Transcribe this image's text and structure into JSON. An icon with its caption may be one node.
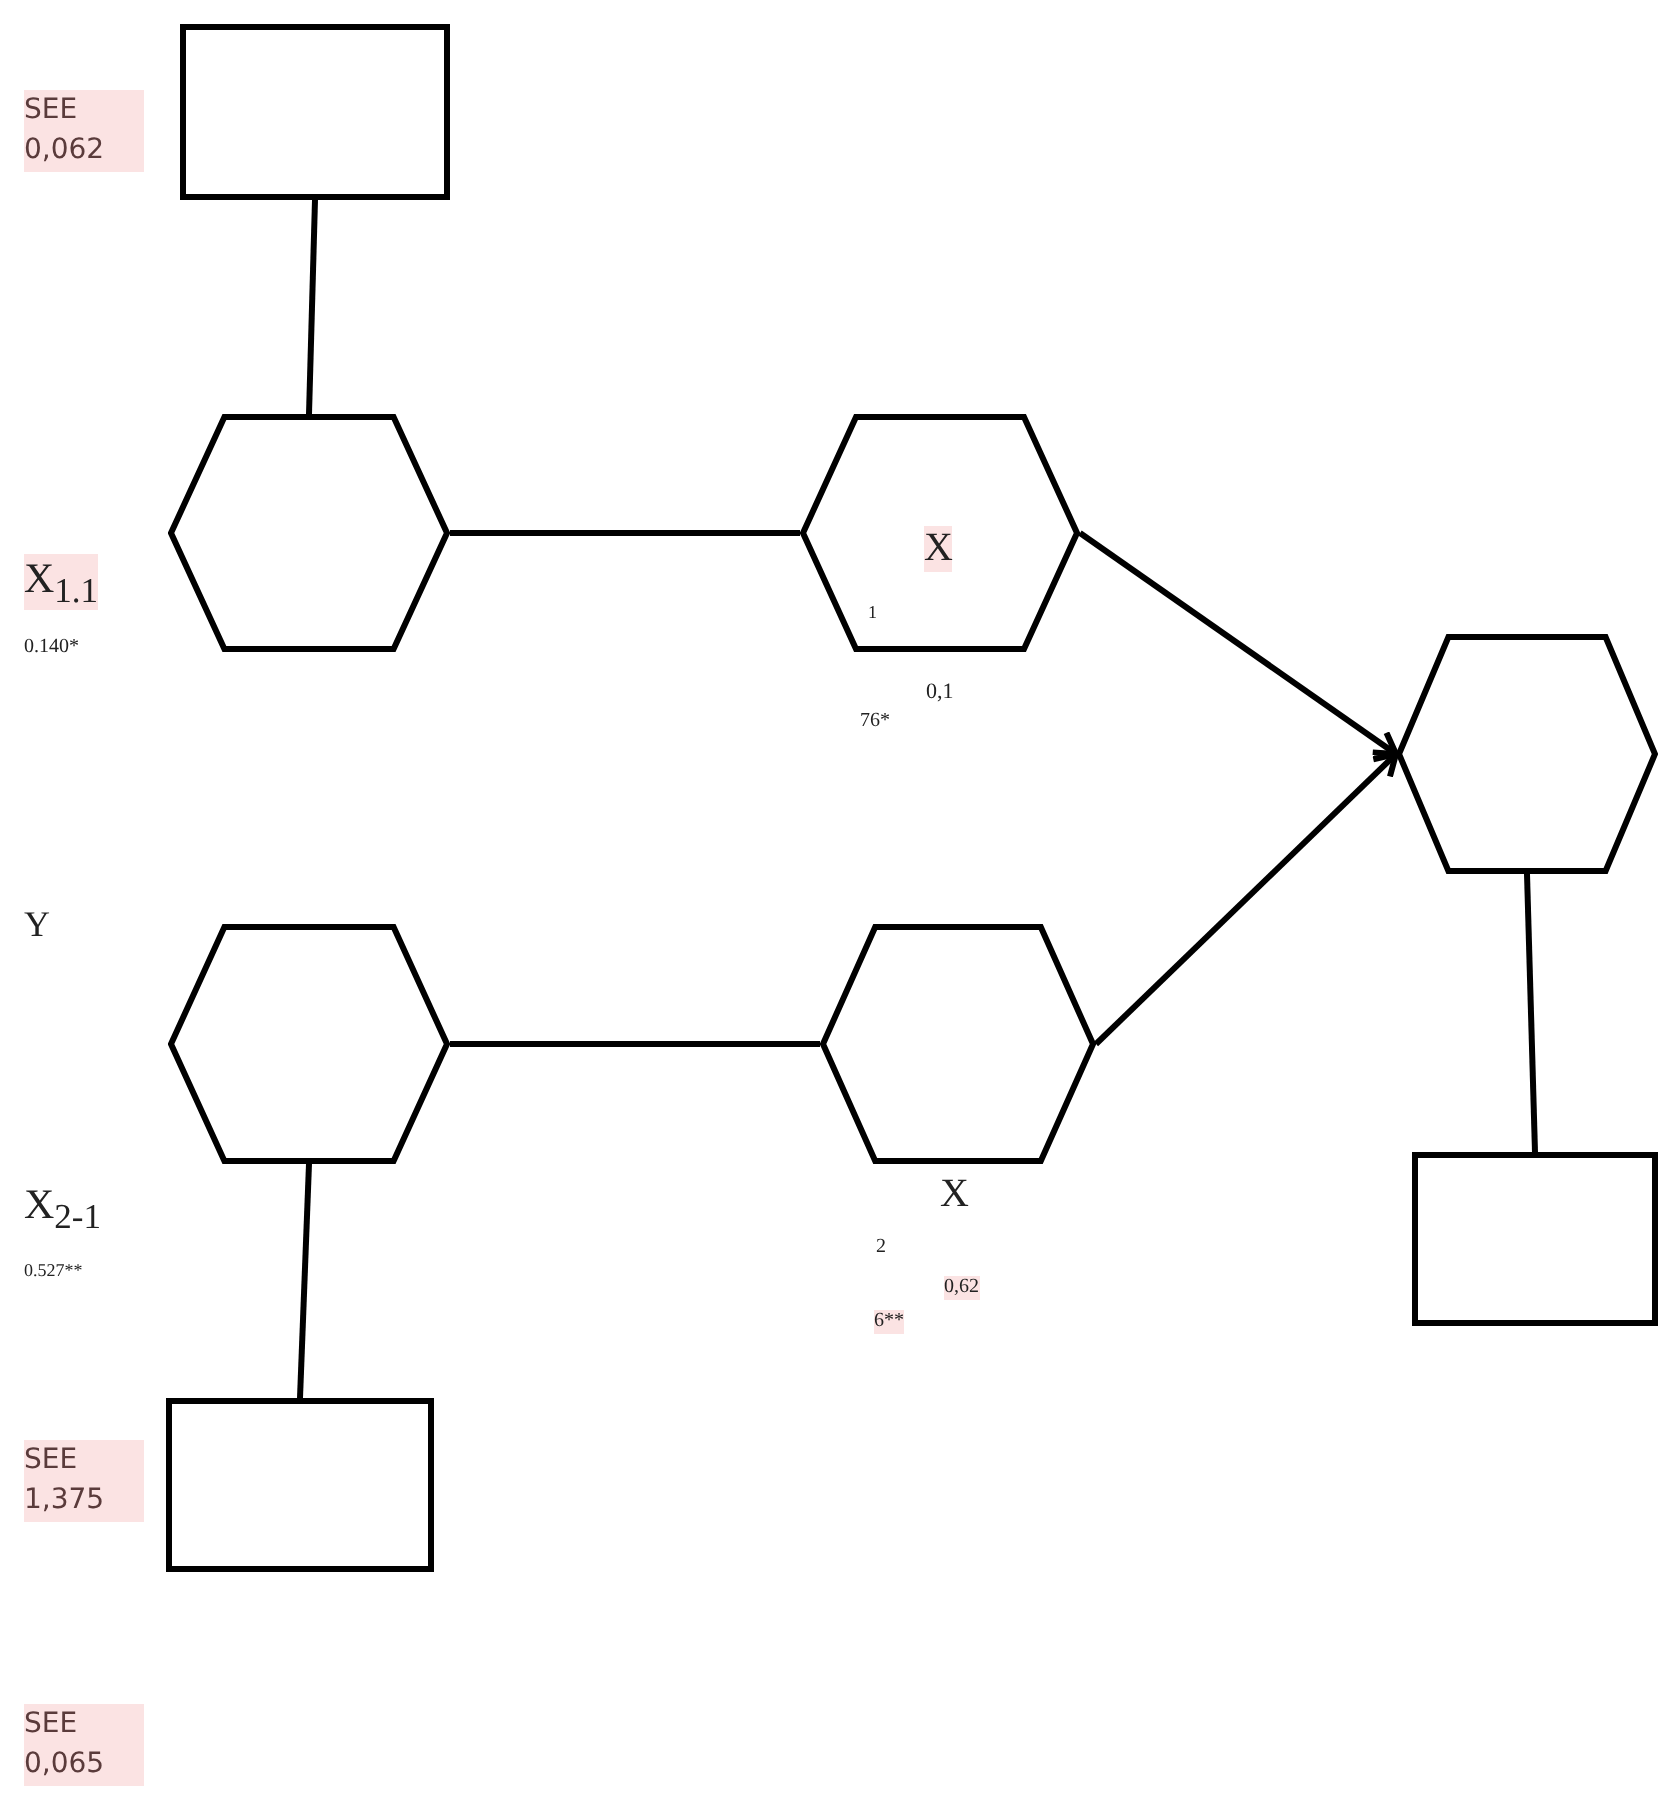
{
  "diagram": {
    "nodes": [
      {
        "text": [],
        "shape": "box"
      },
      {
        "text": [],
        "shape": "hexagon"
      },
      {
        "text": [
          "X",
          "1"
        ]
      },
      {
        "text": [],
        "shape": "hexagon"
      },
      {
        "text": [],
        "shape": "hexagon"
      },
      {
        "text": [],
        "shape": "hexagon"
      },
      {
        "text": [],
        "shape": "box"
      },
      {
        "text": [],
        "shape": "box"
      }
    ],
    "edges": [
      {
        "from": 0,
        "to": 1,
        "arrow": "none"
      },
      {
        "from": 1,
        "to": 2,
        "arrow": "none"
      },
      {
        "from": 2,
        "to": 3,
        "arrow": "to"
      },
      {
        "from": 4,
        "to": 5,
        "arrow": "none"
      },
      {
        "from": 5,
        "to": 3,
        "arrow": "to"
      },
      {
        "from": 4,
        "to": 6,
        "arrow": "none"
      },
      {
        "from": 3,
        "to": 7,
        "arrow": "none"
      }
    ],
    "labels": [
      "SEE 0,062",
      "X$_{1.1}$",
      "0.140*",
      "0,1",
      "76*",
      "Y",
      "X$_{2-1}$",
      "0.527**",
      "X",
      "2",
      "0,62",
      "6**",
      "SEE 1,375",
      "SEE 0,065"
    ]
  }
}
